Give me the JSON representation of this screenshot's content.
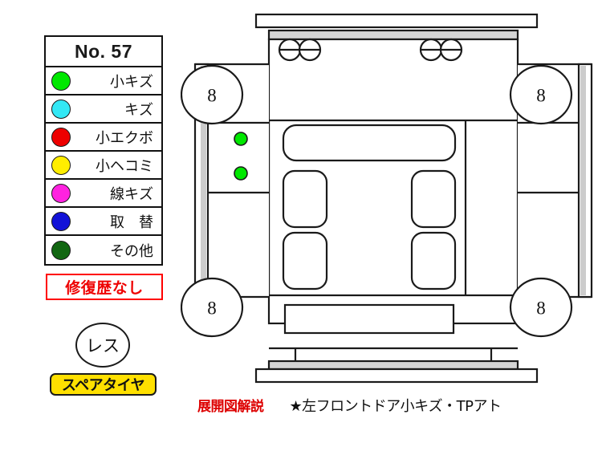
{
  "legend": {
    "title": "No. 57",
    "items": [
      {
        "color": "#00e800",
        "label": "小キズ",
        "icon": "damage-dot-green"
      },
      {
        "color": "#33e8f5",
        "label": "キズ",
        "icon": "damage-dot-cyan"
      },
      {
        "color": "#ee0000",
        "label": "小エクボ",
        "icon": "damage-dot-red"
      },
      {
        "color": "#ffee00",
        "label": "小ヘコミ",
        "icon": "damage-dot-yellow"
      },
      {
        "color": "#ff22e0",
        "label": "線キズ",
        "icon": "damage-dot-magenta"
      },
      {
        "color": "#1212d8",
        "label": "取　替",
        "icon": "damage-dot-blue"
      },
      {
        "color": "#116611",
        "label": "その他",
        "icon": "damage-dot-darkgreen"
      }
    ]
  },
  "repair_history": {
    "text": "修復歴なし",
    "border_color": "#ff0000",
    "text_color": "#ee0000"
  },
  "spare_tire": {
    "status": "レス",
    "label": "スペアタイヤ",
    "badge_color": "#ffe000"
  },
  "vehicle_diagram": {
    "wheels": [
      {
        "position": "front-left",
        "value": "8"
      },
      {
        "position": "front-right",
        "value": "8"
      },
      {
        "position": "rear-left",
        "value": "8"
      },
      {
        "position": "rear-right",
        "value": "8"
      }
    ],
    "damage_marks": [
      {
        "id": 1,
        "panel": "left-front-door",
        "color": "#00e800",
        "type": "小キズ"
      },
      {
        "id": 2,
        "panel": "left-front-door",
        "color": "#00e800",
        "type": "小キズ"
      }
    ]
  },
  "caption": {
    "label": "展開図解説",
    "text": "★左フロントドア小キズ・TPアト"
  }
}
